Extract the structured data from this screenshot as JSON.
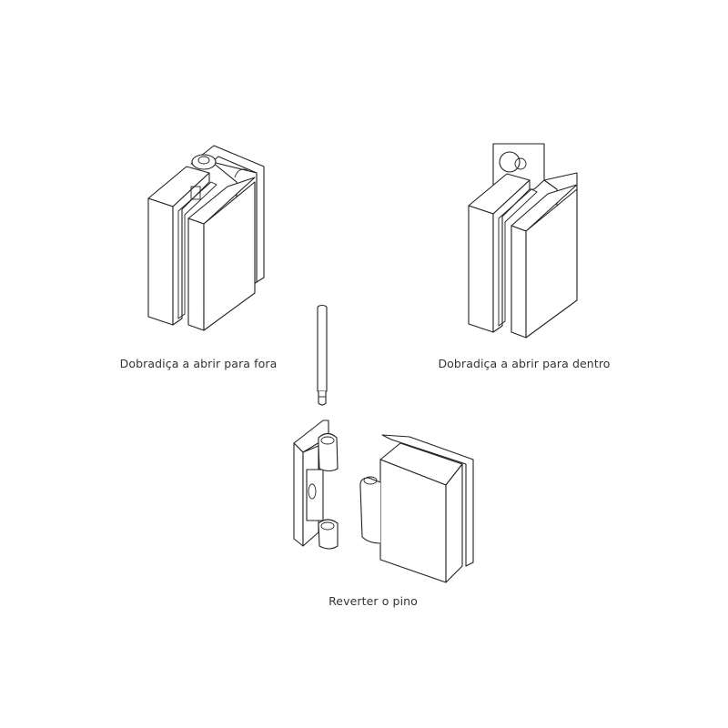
{
  "labels": {
    "outward": "Dobradiça a abrir para fora",
    "inward": "Dobradiça a abrir para dentro",
    "reverse_pin": "Reverter o pino"
  },
  "colors": {
    "line": "#222222",
    "text": "#333333",
    "background": "#ffffff"
  }
}
